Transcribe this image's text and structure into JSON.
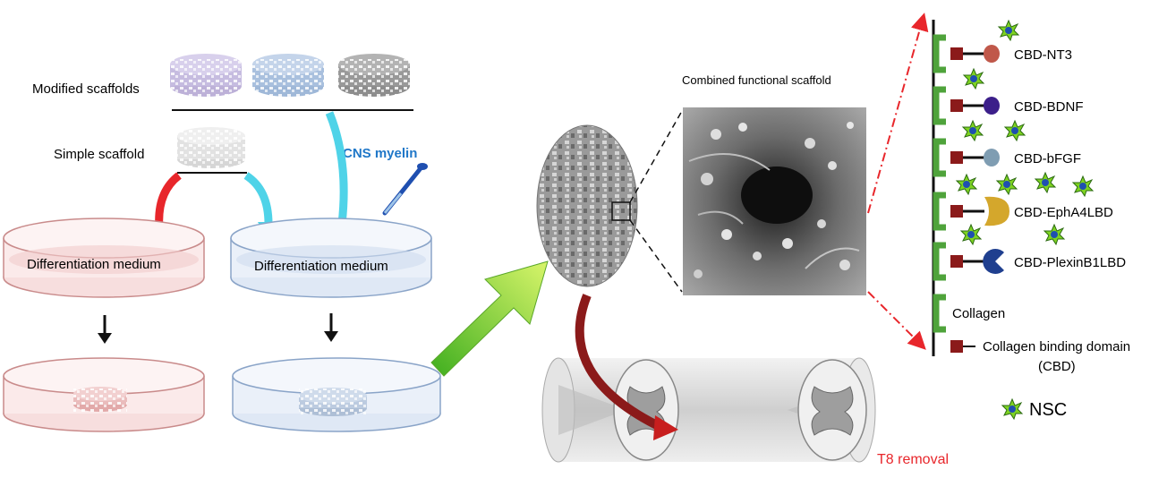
{
  "labels": {
    "modified_scaffolds": "Modified scaffolds",
    "simple_scaffold": "Simple scaffold",
    "cns_myelin": "CNS myelin",
    "differentiation_medium_left": "Differentiation medium",
    "differentiation_medium_right": "Differentiation medium",
    "combined_functional_scaffold": "Combined functional scaffold",
    "t8_removal": "T8 removal"
  },
  "legend": {
    "items": [
      {
        "label": "CBD-NT3",
        "color": "#c0584a",
        "shape": "circle"
      },
      {
        "label": "CBD-BDNF",
        "color": "#3c1f8a",
        "shape": "circle"
      },
      {
        "label": "CBD-bFGF",
        "color": "#7f9db2",
        "shape": "circle"
      },
      {
        "label": "CBD-EphA4LBD",
        "color": "#d4a72c",
        "shape": "blob"
      },
      {
        "label": "CBD-PlexinB1LBD",
        "color": "#1f3f8f",
        "shape": "pacman"
      }
    ],
    "collagen": "Collagen",
    "cbd_line1": "Collagen binding domain",
    "cbd_line2": "(CBD)",
    "nsc": "NSC"
  },
  "colors": {
    "collagen_green": "#4fa33b",
    "cbd_red": "#8b1a1a",
    "nsc_green": "#7ed321",
    "arrow_red": "#e8262b",
    "arrow_cyan": "#4fd3e8",
    "myelin_blue": "#1f77c8",
    "removal_red": "#e8262b"
  }
}
